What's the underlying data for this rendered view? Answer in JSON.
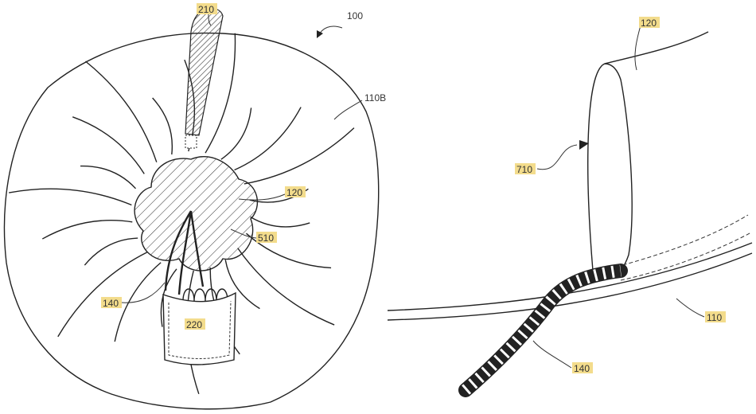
{
  "figure": {
    "reference_numerals": {
      "device": "100",
      "strap": "210",
      "outer_surface": "110B",
      "center_panel": "120",
      "hatched_region": "510",
      "cable_left": "140",
      "pocket": "220",
      "panel_right": "120",
      "loop_opening": "710",
      "base": "110",
      "cable_right": "140"
    },
    "label_highlight_color": "#f3dc8c"
  }
}
